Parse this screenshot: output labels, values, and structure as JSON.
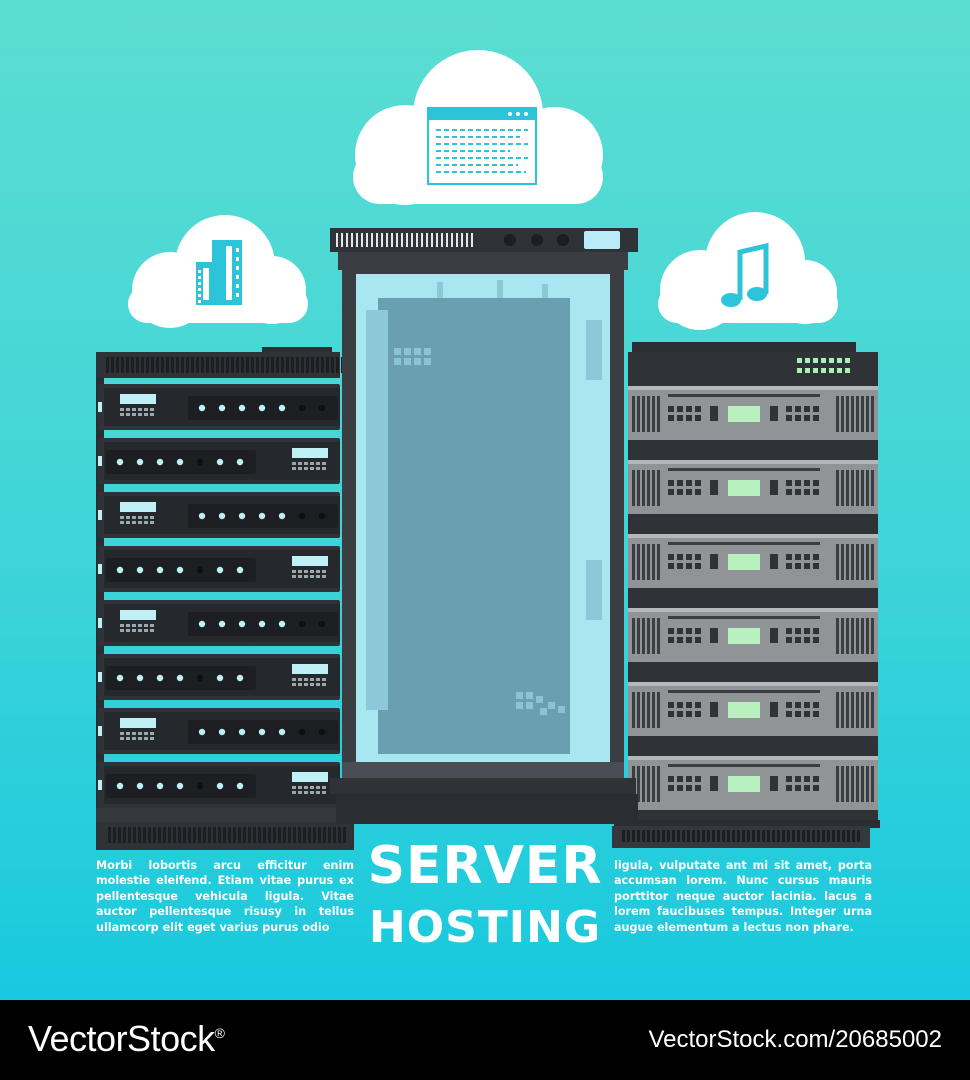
{
  "title": {
    "line1": "SERVER",
    "line2": "HOSTING"
  },
  "text_left": "Morbi lobortis arcu efficitur enim molestie eleifend. Etiam vitae purus ex pellentesque vehicula ligula. Vitae auctor pellentesque risusy in tellus ullamcorp elit eget varius purus odio",
  "text_right": "ligula, vulputate ant mi sit amet, porta accumsan lorem. Nunc cursus mauris porttitor neque auctor lacinia. lacus a lorem faucibuses tempus. Integer urna augue elementum a lectus non phare.",
  "footer": {
    "brand": "VectorStock",
    "brand_mark": "®",
    "image_id": "VectorStock.com/20685002"
  },
  "icons": {
    "top_cloud": "webpage-icon",
    "left_cloud": "film-strip-icon",
    "right_cloud": "music-note-icon"
  },
  "colors": {
    "background_top": "#5bddd2",
    "background_bottom": "#18c9de",
    "rack_dark": "#2f3237",
    "rack_grey": "#909497",
    "led": "#bff0f5",
    "display_green": "#b8f0c0",
    "cloud": "#ffffff",
    "icon_accent": "#2bc4d8"
  }
}
